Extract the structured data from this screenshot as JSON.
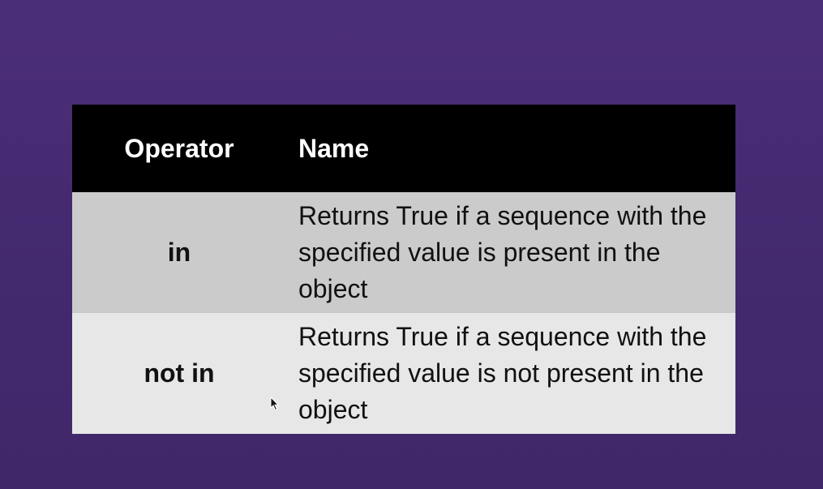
{
  "table": {
    "headers": {
      "operator": "Operator",
      "name": "Name"
    },
    "rows": [
      {
        "operator": "in",
        "description": "Returns True if a sequence with the specified value is present in the object"
      },
      {
        "operator": "not in",
        "description": "Returns True if a sequence with the specified value is not present in the object"
      }
    ]
  },
  "colors": {
    "background": "#4b2e78",
    "header": "#000000",
    "row_odd": "#cbcbcb",
    "row_even": "#e7e7e7"
  },
  "icons": {
    "cursor": "mouse-pointer-icon"
  }
}
